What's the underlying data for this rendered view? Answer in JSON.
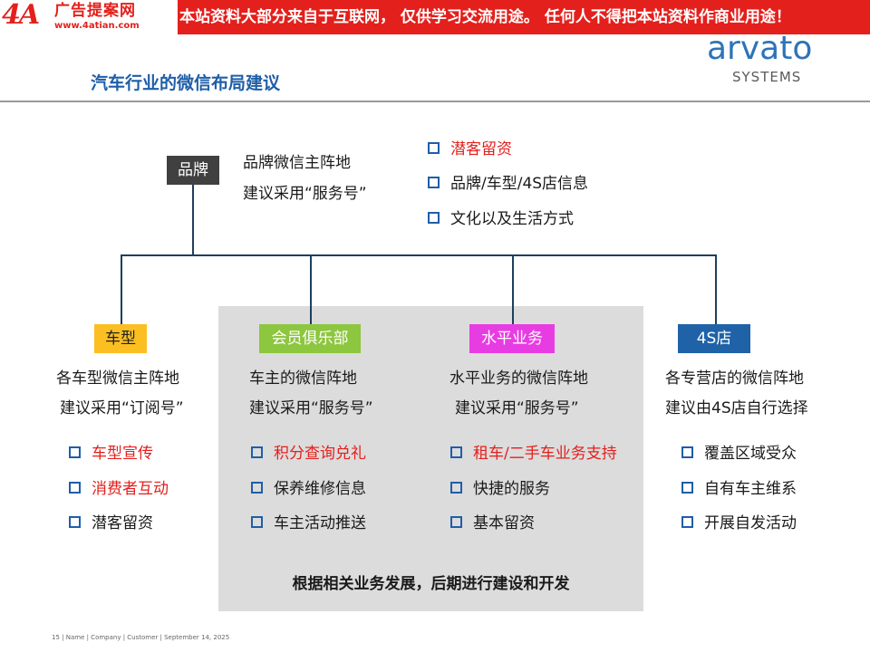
{
  "header": {
    "logo_mark": "4A",
    "logo_title": "广告提案网",
    "logo_url": "www.4atian.com",
    "notice": "本站资料大部分来自于互联网， 仅供学习交流用途。 任何人不得把本站资料作商业用途！",
    "brand_name": "arvato",
    "brand_sub": "SYSTEMS",
    "banner_color": "#e3201c"
  },
  "slide": {
    "title": "汽车行业的微信布局建议",
    "brand": {
      "label": "品牌",
      "line1": "品牌微信主阵地",
      "line2": "建议采用“服务号”",
      "bullets": [
        {
          "text": "潜客留资",
          "red": true
        },
        {
          "text": "品牌/车型/4S店信息",
          "red": false
        },
        {
          "text": "文化以及生活方式",
          "red": false
        }
      ]
    },
    "columns": [
      {
        "label": "车型",
        "label_color": "#fbbf22",
        "line1": "各车型微信主阵地",
        "line2": "建议采用“订阅号”",
        "bullets": [
          {
            "text": "车型宣传",
            "red": true
          },
          {
            "text": "消费者互动",
            "red": true
          },
          {
            "text": "潜客留资",
            "red": false
          }
        ]
      },
      {
        "label": "会员俱乐部",
        "label_color": "#8dc63f",
        "line1": "车主的微信阵地",
        "line2": "建议采用“服务号”",
        "bullets": [
          {
            "text": "积分查询兑礼",
            "red": true
          },
          {
            "text": "保养维修信息",
            "red": false
          },
          {
            "text": "车主活动推送",
            "red": false
          }
        ]
      },
      {
        "label": "水平业务",
        "label_color": "#e83ce3",
        "line1": "水平业务的微信阵地",
        "line2": "建议采用“服务号”",
        "bullets": [
          {
            "text": "租车/二手车业务支持",
            "red": true
          },
          {
            "text": "快捷的服务",
            "red": false
          },
          {
            "text": "基本留资",
            "red": false
          }
        ]
      },
      {
        "label": "4S店",
        "label_color": "#1f62a8",
        "line1": "各专营店的微信阵地",
        "line2": "建议由4S店自行选择",
        "bullets": [
          {
            "text": "覆盖区域受众",
            "red": false
          },
          {
            "text": "自有车主维系",
            "red": false
          },
          {
            "text": "开展自发活动",
            "red": false
          }
        ]
      }
    ],
    "bottom_note": "根据相关业务发展，后期进行建设和开发"
  },
  "footer": "15 | Name | Company | Customer | September 14, 2025"
}
